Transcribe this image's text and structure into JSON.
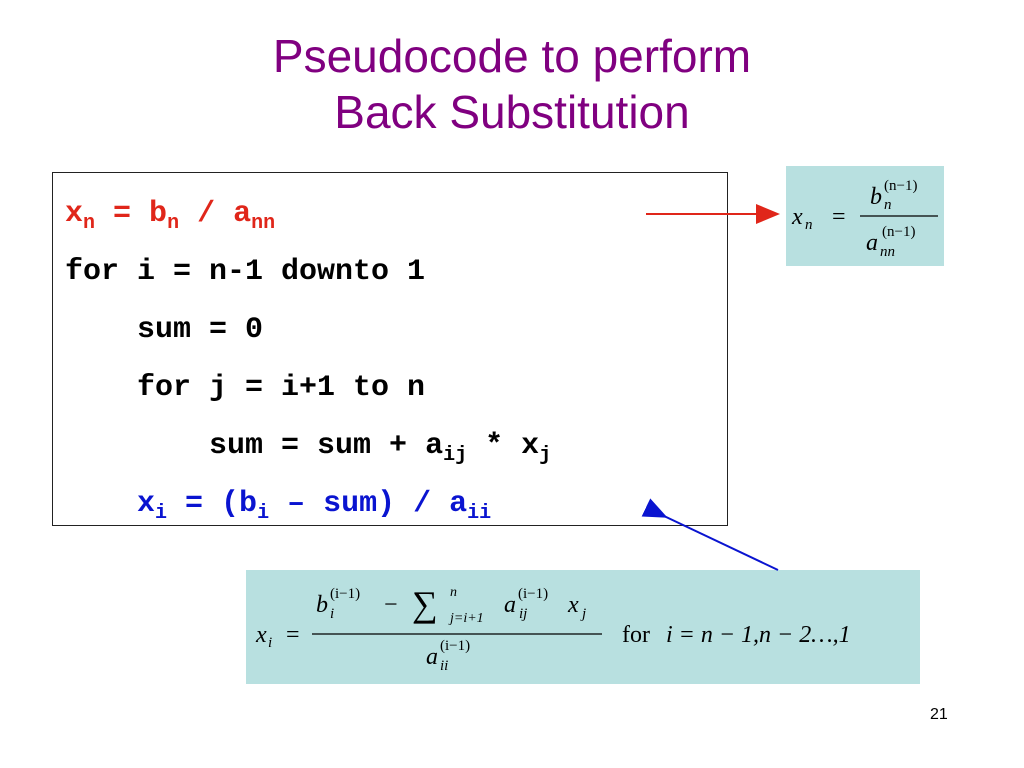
{
  "title": {
    "line1": "Pseudocode to perform",
    "line2": "Back Substitution"
  },
  "code": {
    "l1": {
      "x": "x",
      "x_sub": "n",
      "eq": " = ",
      "b": "b",
      "b_sub": "n",
      "div": " / ",
      "a": "a",
      "a_sub": "nn"
    },
    "l2": "for i = n-1 downto 1",
    "l3": "    sum = 0",
    "l4": "    for j = i+1 to n",
    "l5": {
      "indent": "        ",
      "pre": "sum = sum + a",
      "a_sub": "ij",
      "mid": " * x",
      "x_sub": "j"
    },
    "l6": {
      "indent": "    ",
      "x": "x",
      "x_sub": "i",
      "mid": " = (b",
      "b_sub": "i",
      "tail": " – sum) / a",
      "a_sub": "ii"
    }
  },
  "formula_top": {
    "lhs": "x",
    "lhs_sub": "n",
    "eq": "=",
    "num": "b",
    "num_sup": "(n−1)",
    "num_sub": "n",
    "den": "a",
    "den_sup": "(n−1)",
    "den_sub": "nn"
  },
  "formula_bottom": {
    "lhs": "x",
    "lhs_sub": "i",
    "eq": "=",
    "b": "b",
    "b_sup": "(i−1)",
    "b_sub": "i",
    "minus": "−",
    "sum": "∑",
    "sum_sup": "n",
    "sum_sub": "j=i+1",
    "a": "a",
    "a_sup": "(i−1)",
    "a_sub": "ij",
    "x": "x",
    "x_sub": "j",
    "den": "a",
    "den_sup": "(i−1)",
    "den_sub": "ii",
    "for_word": "for",
    "cond": "i = n − 1,n − 2…,1"
  },
  "colors": {
    "title": "#800080",
    "red": "#e0261a",
    "blue": "#0a14d0",
    "formula_bg": "#b8e0e0"
  },
  "page_number": "21"
}
